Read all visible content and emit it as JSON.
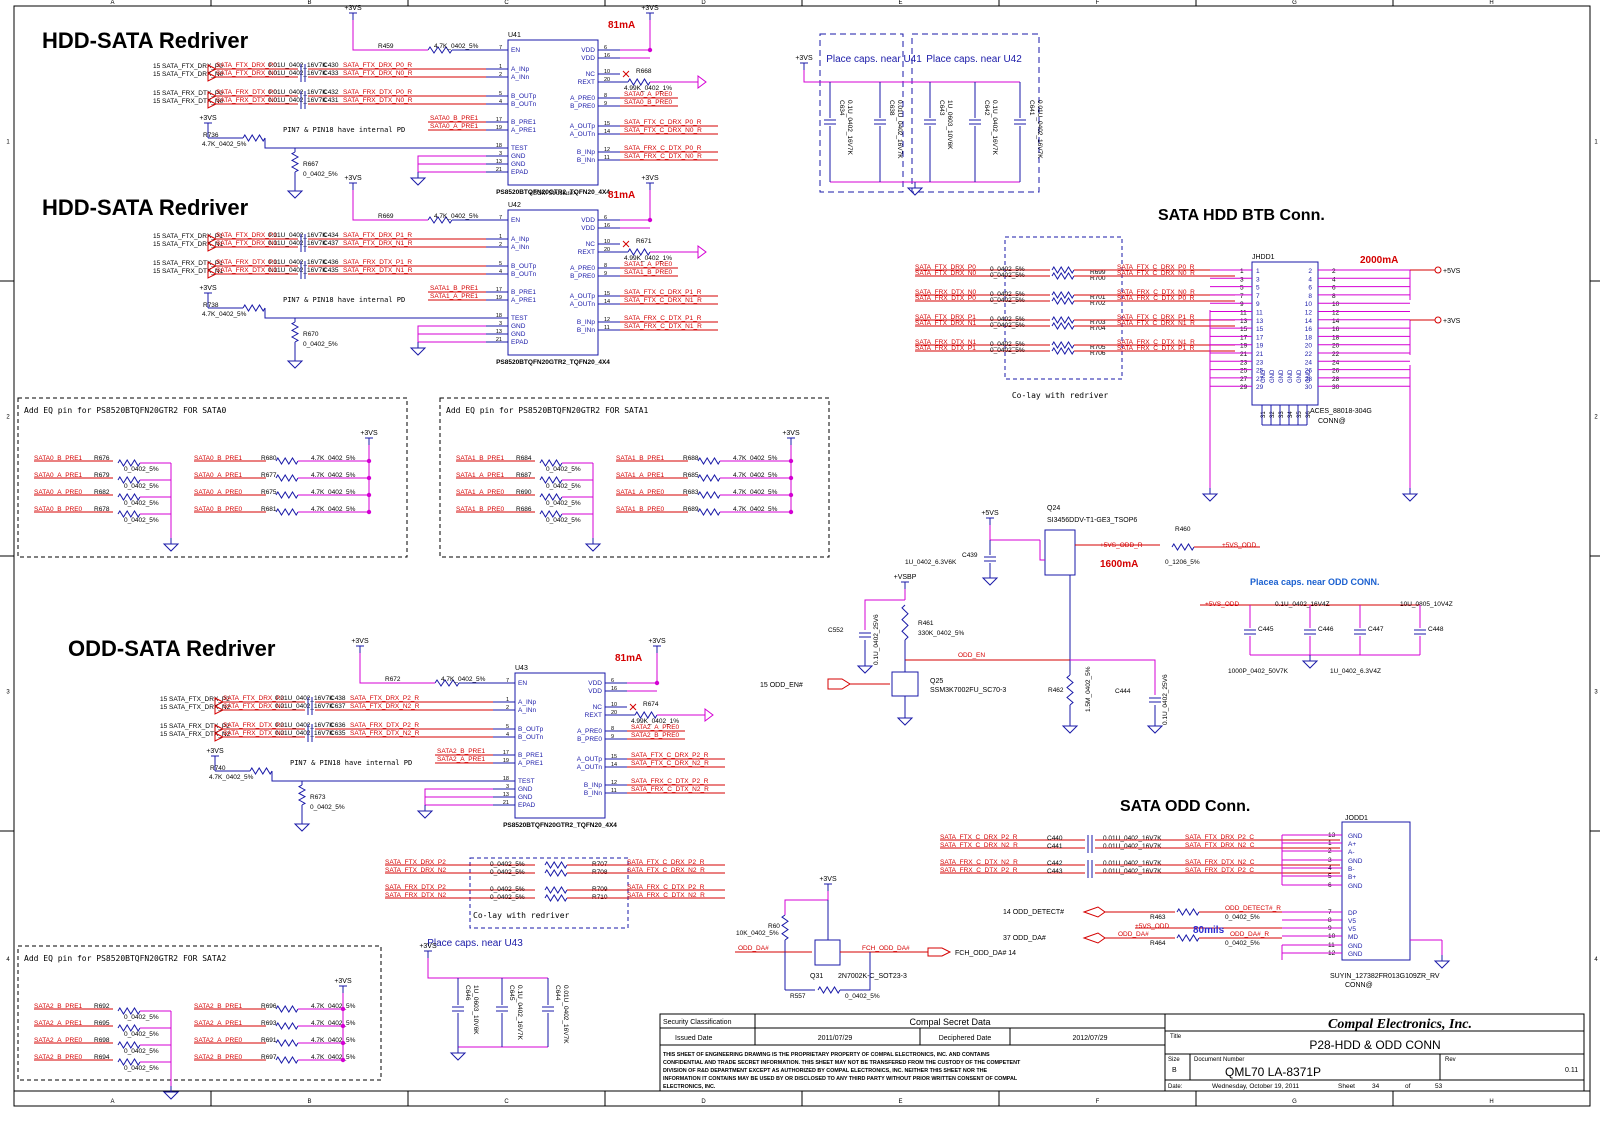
{
  "border": {
    "cols": [
      "A",
      "B",
      "C",
      "D",
      "E",
      "F",
      "G",
      "H"
    ],
    "rows": [
      "1",
      "2",
      "3",
      "4"
    ]
  },
  "sections": {
    "hdd_redriver_1": "HDD-SATA Redriver",
    "hdd_redriver_2": "HDD-SATA Redriver",
    "odd_redriver": "ODD-SATA Redriver",
    "hdd_btb_conn": "SATA HDD BTB Conn.",
    "odd_conn": "SATA ODD Conn."
  },
  "power": {
    "vs3": "+3VS",
    "vs5": "+5VS",
    "vsbp": "+VSBP",
    "vs5_odd": "+5VS_ODD",
    "vs5_odd_r": "+5VS_ODD_R"
  },
  "currents": {
    "u41": "81mA",
    "u42": "81mA",
    "u43": "81mA",
    "hdd_conn": "2000mA",
    "odd_pwr": "1600mA",
    "odd_da": "80mils"
  },
  "chips": {
    "u41": {
      "ref": "U41",
      "part": "PS8520BTQFN20GTR2_TQFN20_4X4",
      "note": "<BOM Structure>"
    },
    "u42": {
      "ref": "U42",
      "part": "PS8520BTQFN20GTR2_TQFN20_4X4"
    },
    "u43": {
      "ref": "U43",
      "part": "PS8520BTQFN20GTR2_TQFN20_4X4"
    },
    "left_pins": [
      "EN",
      "A_INp",
      "A_INn",
      "B_OUTp",
      "B_OUTn",
      "B_PRE1",
      "A_PRE1",
      "TEST",
      "GND",
      "GND",
      "EPAD"
    ],
    "left_nums": [
      "7",
      "1",
      "2",
      "5",
      "4",
      "17",
      "19",
      "18",
      "3",
      "13",
      "21"
    ],
    "right_pins": [
      "VDD",
      "VDD",
      "NC",
      "REXT",
      "A_PRE0",
      "B_PRE0",
      "A_OUTp",
      "A_OUTn",
      "B_INp",
      "B_INn"
    ],
    "right_nums": [
      "6",
      "16",
      "10",
      "20",
      "8",
      "9",
      "15",
      "14",
      "12",
      "11"
    ]
  },
  "notes": {
    "pin7_pd": "PIN7 & PIN18 have internal PD",
    "eq_sata0": "Add EQ pin for PS8520BTQFN20GTR2 FOR SATA0",
    "eq_sata1": "Add EQ pin for PS8520BTQFN20GTR2 FOR SATA1",
    "eq_sata2": "Add EQ pin for PS8520BTQFN20GTR2 FOR SATA2",
    "colay": "Co-lay with redriver",
    "place_u41": "Place caps. near U41",
    "place_u42": "Place caps. near U42",
    "place_u43": "Place caps. near U43",
    "place_odd": "Placea caps. near ODD CONN."
  },
  "u41_circuit": {
    "r_en": {
      "ref": "R459",
      "val": "4.7K_0402_5%"
    },
    "r_test": {
      "ref": "R736",
      "val": "4.7K_0402_5%"
    },
    "r_pd": {
      "ref": "R667",
      "val": "0_0402_5%"
    },
    "r_rext": {
      "ref": "R668",
      "val": "4.99K_0402_1%"
    },
    "in_nets": [
      "15 SATA_FTX_DRX_P0",
      "15 SATA_FTX_DRX_N0",
      "15 SATA_FRX_DTX_P0",
      "15 SATA_FRX_DTX_N0"
    ],
    "caps": [
      {
        "net": "SATA_FTX_DRX_P0",
        "val": "0.01U_0402_16V7K",
        "ref": "C430",
        "out": "SATA_FTX_DRX_P0_R"
      },
      {
        "net": "SATA_FTX_DRX_N0",
        "val": "0.01U_0402_16V7K",
        "ref": "C433",
        "out": "SATA_FTX_DRX_N0_R"
      },
      {
        "net": "SATA_FRX_DTX_P0",
        "val": "0.01U_0402_16V7K",
        "ref": "C432",
        "out": "SATA_FRX_DTX_P0_R"
      },
      {
        "net": "SATA_FRX_DTX_N0",
        "val": "0.01U_0402_16V7K",
        "ref": "C431",
        "out": "SATA_FRX_DTX_N0_R"
      }
    ],
    "pre_left": [
      "SATA0_B_PRE1",
      "SATA0_A_PRE1"
    ],
    "pre_right": [
      "SATA0_A_PRE0",
      "SATA0_B_PRE0"
    ],
    "out_nets": [
      "SATA_FTX_C_DRX_P0_R",
      "SATA_FTX_C_DRX_N0_R",
      "SATA_FRX_C_DTX_P0_R",
      "SATA_FRX_C_DTX_N0_R"
    ]
  },
  "u42_circuit": {
    "r_en": {
      "ref": "R669",
      "val": "4.7K_0402_5%"
    },
    "r_test": {
      "ref": "R738",
      "val": "4.7K_0402_5%"
    },
    "r_pd": {
      "ref": "R670",
      "val": "0_0402_5%"
    },
    "r_rext": {
      "ref": "R671",
      "val": "4.99K_0402_1%"
    },
    "in_nets": [
      "15 SATA_FTX_DRX_P1",
      "15 SATA_FTX_DRX_N1",
      "15 SATA_FRX_DTX_P1",
      "15 SATA_FRX_DTX_N1"
    ],
    "caps": [
      {
        "net": "SATA_FTX_DRX_P1",
        "val": "0.01U_0402_16V7K",
        "ref": "C434",
        "out": "SATA_FTX_DRX_P1_R"
      },
      {
        "net": "SATA_FTX_DRX_N1",
        "val": "0.01U_0402_16V7K",
        "ref": "C437",
        "out": "SATA_FTX_DRX_N1_R"
      },
      {
        "net": "SATA_FRX_DTX_P1",
        "val": "0.01U_0402_16V7K",
        "ref": "C436",
        "out": "SATA_FRX_DTX_P1_R"
      },
      {
        "net": "SATA_FRX_DTX_N1",
        "val": "0.01U_0402_16V7K",
        "ref": "C435",
        "out": "SATA_FRX_DTX_N1_R"
      }
    ],
    "pre_left": [
      "SATA1_B_PRE1",
      "SATA1_A_PRE1"
    ],
    "pre_right": [
      "SATA1_A_PRE0",
      "SATA1_B_PRE0"
    ],
    "out_nets": [
      "SATA_FTX_C_DRX_P1_R",
      "SATA_FTX_C_DRX_N1_R",
      "SATA_FRX_C_DTX_P1_R",
      "SATA_FRX_C_DTX_N1_R"
    ]
  },
  "u43_circuit": {
    "r_en": {
      "ref": "R672",
      "val": "4.7K_0402_5%"
    },
    "r_test": {
      "ref": "R740",
      "val": "4.7K_0402_5%"
    },
    "r_pd": {
      "ref": "R673",
      "val": "0_0402_5%"
    },
    "r_rext": {
      "ref": "R674",
      "val": "4.99K_0402_1%"
    },
    "in_nets": [
      "15 SATA_FTX_DRX_P2",
      "15 SATA_FTX_DRX_N2",
      "15 SATA_FRX_DTX_P2",
      "15 SATA_FRX_DTX_N2"
    ],
    "caps": [
      {
        "net": "SATA_FTX_DRX_P2",
        "val": "0.01U_0402_16V7K",
        "ref": "C438",
        "out": "SATA_FTX_DRX_P2_R"
      },
      {
        "net": "SATA_FTX_DRX_N2",
        "val": "0.01U_0402_16V7K",
        "ref": "C637",
        "out": "SATA_FTX_DRX_N2_R"
      },
      {
        "net": "SATA_FRX_DTX_P2",
        "val": "0.01U_0402_16V7K",
        "ref": "C636",
        "out": "SATA_FRX_DTX_P2_R"
      },
      {
        "net": "SATA_FRX_DTX_N2",
        "val": "0.01U_0402_16V7K",
        "ref": "C635",
        "out": "SATA_FRX_DTX_N2_R"
      }
    ],
    "pre_left": [
      "SATA2_B_PRE1",
      "SATA2_A_PRE1"
    ],
    "pre_right": [
      "SATA2_A_PRE0",
      "SATA2_B_PRE0"
    ],
    "out_nets": [
      "SATA_FTX_C_DRX_P2_R",
      "SATA_FTX_C_DRX_N2_R",
      "SATA_FRX_C_DTX_P2_R",
      "SATA_FRX_C_DTX_N2_R"
    ]
  },
  "caps_u41": [
    {
      "ref": "C634",
      "val": "0.1U_0402_16V7K"
    },
    {
      "ref": "C638",
      "val": "0.01U_0402_16V7K"
    }
  ],
  "caps_u42": [
    {
      "ref": "C643",
      "val": "1U_0603_10V6K"
    },
    {
      "ref": "C642",
      "val": "0.1U_0402_16V7K"
    },
    {
      "ref": "C641",
      "val": "0.01U_0402_16V7K"
    }
  ],
  "caps_u43": [
    {
      "ref": "C646",
      "val": "1U_0603_10V6K"
    },
    {
      "ref": "C645",
      "val": "0.1U_0402_16V7K"
    },
    {
      "ref": "C644",
      "val": "0.01U_0402_16V7K"
    }
  ],
  "eq_sata0": {
    "pd_nets": [
      "SATA0_B_PRE1",
      "SATA0_A_PRE1",
      "SATA0_A_PRE0",
      "SATA0_B_PRE0"
    ],
    "pd_refs": [
      "R676",
      "R679",
      "R682",
      "R678"
    ],
    "pd_val": "0_0402_5%",
    "pu_nets": [
      "SATA0_B_PRE1",
      "SATA0_A_PRE1",
      "SATA0_A_PRE0",
      "SATA0_B_PRE0"
    ],
    "pu_refs": [
      "R680",
      "R677",
      "R675",
      "R681"
    ],
    "pu_val": "4.7K_0402_5%"
  },
  "eq_sata1": {
    "pd_nets": [
      "SATA1_B_PRE1",
      "SATA1_A_PRE1",
      "SATA1_A_PRE0",
      "SATA1_B_PRE0"
    ],
    "pd_refs": [
      "R684",
      "R687",
      "R690",
      "R686"
    ],
    "pd_val": "0_0402_5%",
    "pu_nets": [
      "SATA1_B_PRE1",
      "SATA1_A_PRE1",
      "SATA1_A_PRE0",
      "SATA1_B_PRE0"
    ],
    "pu_refs": [
      "R688",
      "R685",
      "R683",
      "R689"
    ],
    "pu_val": "4.7K_0402_5%"
  },
  "eq_sata2": {
    "pd_nets": [
      "SATA2_B_PRE1",
      "SATA2_A_PRE1",
      "SATA2_A_PRE0",
      "SATA2_B_PRE0"
    ],
    "pd_refs": [
      "R692",
      "R695",
      "R698",
      "R694"
    ],
    "pd_val": "0_0402_5%",
    "pu_nets": [
      "SATA2_B_PRE1",
      "SATA2_A_PRE1",
      "SATA2_A_PRE0",
      "SATA2_B_PRE0"
    ],
    "pu_refs": [
      "R696",
      "R693",
      "R691",
      "R697"
    ],
    "pu_val": "4.7K_0402_5%"
  },
  "colay_hdd": [
    {
      "l": "SATA_FTX_DRX_P0",
      "v": "0_0402_5%",
      "ref": "R699",
      "r": "SATA_FTX_C_DRX_P0_R"
    },
    {
      "l": "SATA_FTX_DRX_N0",
      "v": "0_0402_5%",
      "ref": "R700",
      "r": "SATA_FTX_C_DRX_N0_R"
    },
    {
      "l": "SATA_FRX_DTX_N0",
      "v": "0_0402_5%",
      "ref": "R701",
      "r": "SATA_FRX_C_DTX_N0_R"
    },
    {
      "l": "SATA_FRX_DTX_P0",
      "v": "0_0402_5%",
      "ref": "R702",
      "r": "SATA_FRX_C_DTX_P0_R"
    },
    {
      "l": "SATA_FTX_DRX_P1",
      "v": "0_0402_5%",
      "ref": "R703",
      "r": "SATA_FTX_C_DRX_P1_R"
    },
    {
      "l": "SATA_FTX_DRX_N1",
      "v": "0_0402_5%",
      "ref": "R704",
      "r": "SATA_FTX_C_DRX_N1_R"
    },
    {
      "l": "SATA_FRX_DTX_N1",
      "v": "0_0402_5%",
      "ref": "R705",
      "r": "SATA_FRX_C_DTX_N1_R"
    },
    {
      "l": "SATA_FRX_DTX_P1",
      "v": "0_0402_5%",
      "ref": "R706",
      "r": "SATA_FRX_C_DTX_P1_R"
    }
  ],
  "colay_odd": [
    {
      "l": "SATA_FTX_DRX_P2",
      "v": "0_0402_5%",
      "ref": "R707",
      "r": "SATA_FTX_C_DRX_P2_R"
    },
    {
      "l": "SATA_FTX_DRX_N2",
      "v": "0_0402_5%",
      "ref": "R708",
      "r": "SATA_FTX_C_DRX_N2_R"
    },
    {
      "l": "SATA_FRX_DTX_P2",
      "v": "0_0402_5%",
      "ref": "R709",
      "r": "SATA_FRX_C_DTX_P2_R"
    },
    {
      "l": "SATA_FRX_DTX_N2",
      "v": "0_0402_5%",
      "ref": "R710",
      "r": "SATA_FRX_C_DTX_N2_R"
    }
  ],
  "jhdd": {
    "ref": "JHDD1",
    "part": "ACES_88018-304G",
    "conn": "CONN@",
    "left_nums": [
      "1",
      "3",
      "5",
      "7",
      "9",
      "11",
      "13",
      "15",
      "17",
      "19",
      "21",
      "23",
      "25",
      "27",
      "29"
    ],
    "right_nums": [
      "2",
      "4",
      "6",
      "8",
      "10",
      "12",
      "14",
      "16",
      "18",
      "20",
      "22",
      "24",
      "26",
      "28",
      "30"
    ],
    "gnd_nums": [
      "31",
      "32",
      "33",
      "34",
      "35",
      "36"
    ],
    "gnd_label": "GND"
  },
  "odd_power": {
    "q24": {
      "ref": "Q24",
      "part": "SI3456DDV-T1-GE3_TSOP6"
    },
    "r460": {
      "ref": "R460",
      "val": "0_1206_5%"
    },
    "c439": {
      "ref": "C439",
      "val": "1U_0402_6.3V6K"
    },
    "c552": {
      "ref": "C552",
      "val": "0.1U_0402_25V6"
    },
    "r461": {
      "ref": "R461",
      "val": "330K_0402_5%"
    },
    "q25": {
      "ref": "Q25",
      "part": "SSM3K7002FU_SC70-3"
    },
    "r462": {
      "ref": "R462",
      "val": "1.5M_0402_5%"
    },
    "c444": {
      "ref": "C444",
      "val": "0.1U_0402_25V6"
    },
    "odd_en": "ODD_EN",
    "odd_en_in": "15  ODD_EN#"
  },
  "odd_caps": {
    "c445": {
      "ref": "C445",
      "val": "1000P_0402_50V7K"
    },
    "c446": {
      "ref": "C446",
      "val": "0.1U_0402_16V4Z"
    },
    "c447": {
      "ref": "C447",
      "val": "1U_0402_6.3V4Z"
    },
    "c448": {
      "ref": "C448",
      "val": "10U_0805_10V4Z"
    }
  },
  "odd_conn": {
    "caps": [
      {
        "l": "SATA_FTX_C_DRX_P2_R",
        "ref": "C440",
        "v": "0.01U_0402_16V7K",
        "r": "SATA_FTX_DRX_P2_C"
      },
      {
        "l": "SATA_FTX_C_DRX_N2_R",
        "ref": "C441",
        "v": "0.01U_0402_16V7K",
        "r": "SATA_FTX_DRX_N2_C"
      },
      {
        "l": "SATA_FRX_C_DTX_N2_R",
        "ref": "C442",
        "v": "0.01U_0402_16V7K",
        "r": "SATA_FRX_DTX_N2_C"
      },
      {
        "l": "SATA_FRX_C_DTX_P2_R",
        "ref": "C443",
        "v": "0.01U_0402_16V7K",
        "r": "SATA_FRX_DTX_P2_C"
      }
    ],
    "jodd": {
      "ref": "JODD1",
      "part": "SUYIN_127382FR013G109ZR_RV",
      "conn": "CONN@"
    },
    "pins": [
      "GND",
      "A+",
      "A-",
      "GND",
      "B-",
      "B+",
      "GND",
      "DP",
      "V5",
      "V5",
      "MD",
      "GND",
      "GND"
    ],
    "pin_nums": [
      "13",
      "1",
      "2",
      "3",
      "4",
      "5",
      "6",
      "7",
      "8",
      "9",
      "10",
      "11",
      "12"
    ],
    "odd_detect": "14  ODD_DETECT#",
    "odd_detect_r": "ODD_DETECT#_R",
    "r463": {
      "ref": "R463",
      "val": "0_0402_5%"
    },
    "odd_da": "37  ODD_DA#",
    "odd_da_r": "ODD_DA#_R",
    "r464": {
      "ref": "R464",
      "val": "0_0402_5%"
    },
    "q31": {
      "ref": "Q31",
      "part": "2N7002K-C_SOT23-3"
    },
    "r60": {
      "ref": "R60",
      "val": "10K_0402_5%"
    },
    "r557": {
      "ref": "R557",
      "val": "0_0402_5%"
    },
    "odd_da_net": "ODD_DA#",
    "fch_odd_da": "FCH_ODD_DA#",
    "fch_odd_da_out": "FCH_ODD_DA#  14"
  },
  "title_block": {
    "company": "Compal Electronics, Inc.",
    "security_label": "Security Classification",
    "security_value": "Compal Secret Data",
    "issued_label": "Issued Date",
    "issued_value": "2011/07/29",
    "deciphered_label": "Deciphered Date",
    "deciphered_value": "2012/07/29",
    "notice": "THIS SHEET OF ENGINEERING DRAWING IS THE PROPRIETARY PROPERTY OF COMPAL ELECTRONICS, INC. AND CONTAINS CONFIDENTIAL AND TRADE SECRET INFORMATION. THIS SHEET MAY NOT BE TRANSFERED FROM THE CUSTODY OF THE COMPETENT DIVISION OF R&D DEPARTMENT EXCEPT AS AUTHORIZED BY COMPAL ELECTRONICS, INC. NEITHER THIS SHEET NOR THE INFORMATION IT CONTAINS MAY BE USED BY OR DISCLOSED TO ANY THIRD PARTY WITHOUT PRIOR WRITTEN CONSENT OF COMPAL ELECTRONICS, INC.",
    "title_label": "Title",
    "title_value": "P28-HDD & ODD CONN",
    "size_label": "Size",
    "size_value": "B",
    "docnum_label": "Document Number",
    "docnum_value": "QML70 LA-8371P",
    "rev_label": "Rev",
    "rev_value": "0.11",
    "date_label": "Date:",
    "date_value": "Wednesday, October 19, 2011",
    "sheet_label": "Sheet",
    "sheet_value": "34",
    "of_label": "of",
    "of_value": "53"
  }
}
